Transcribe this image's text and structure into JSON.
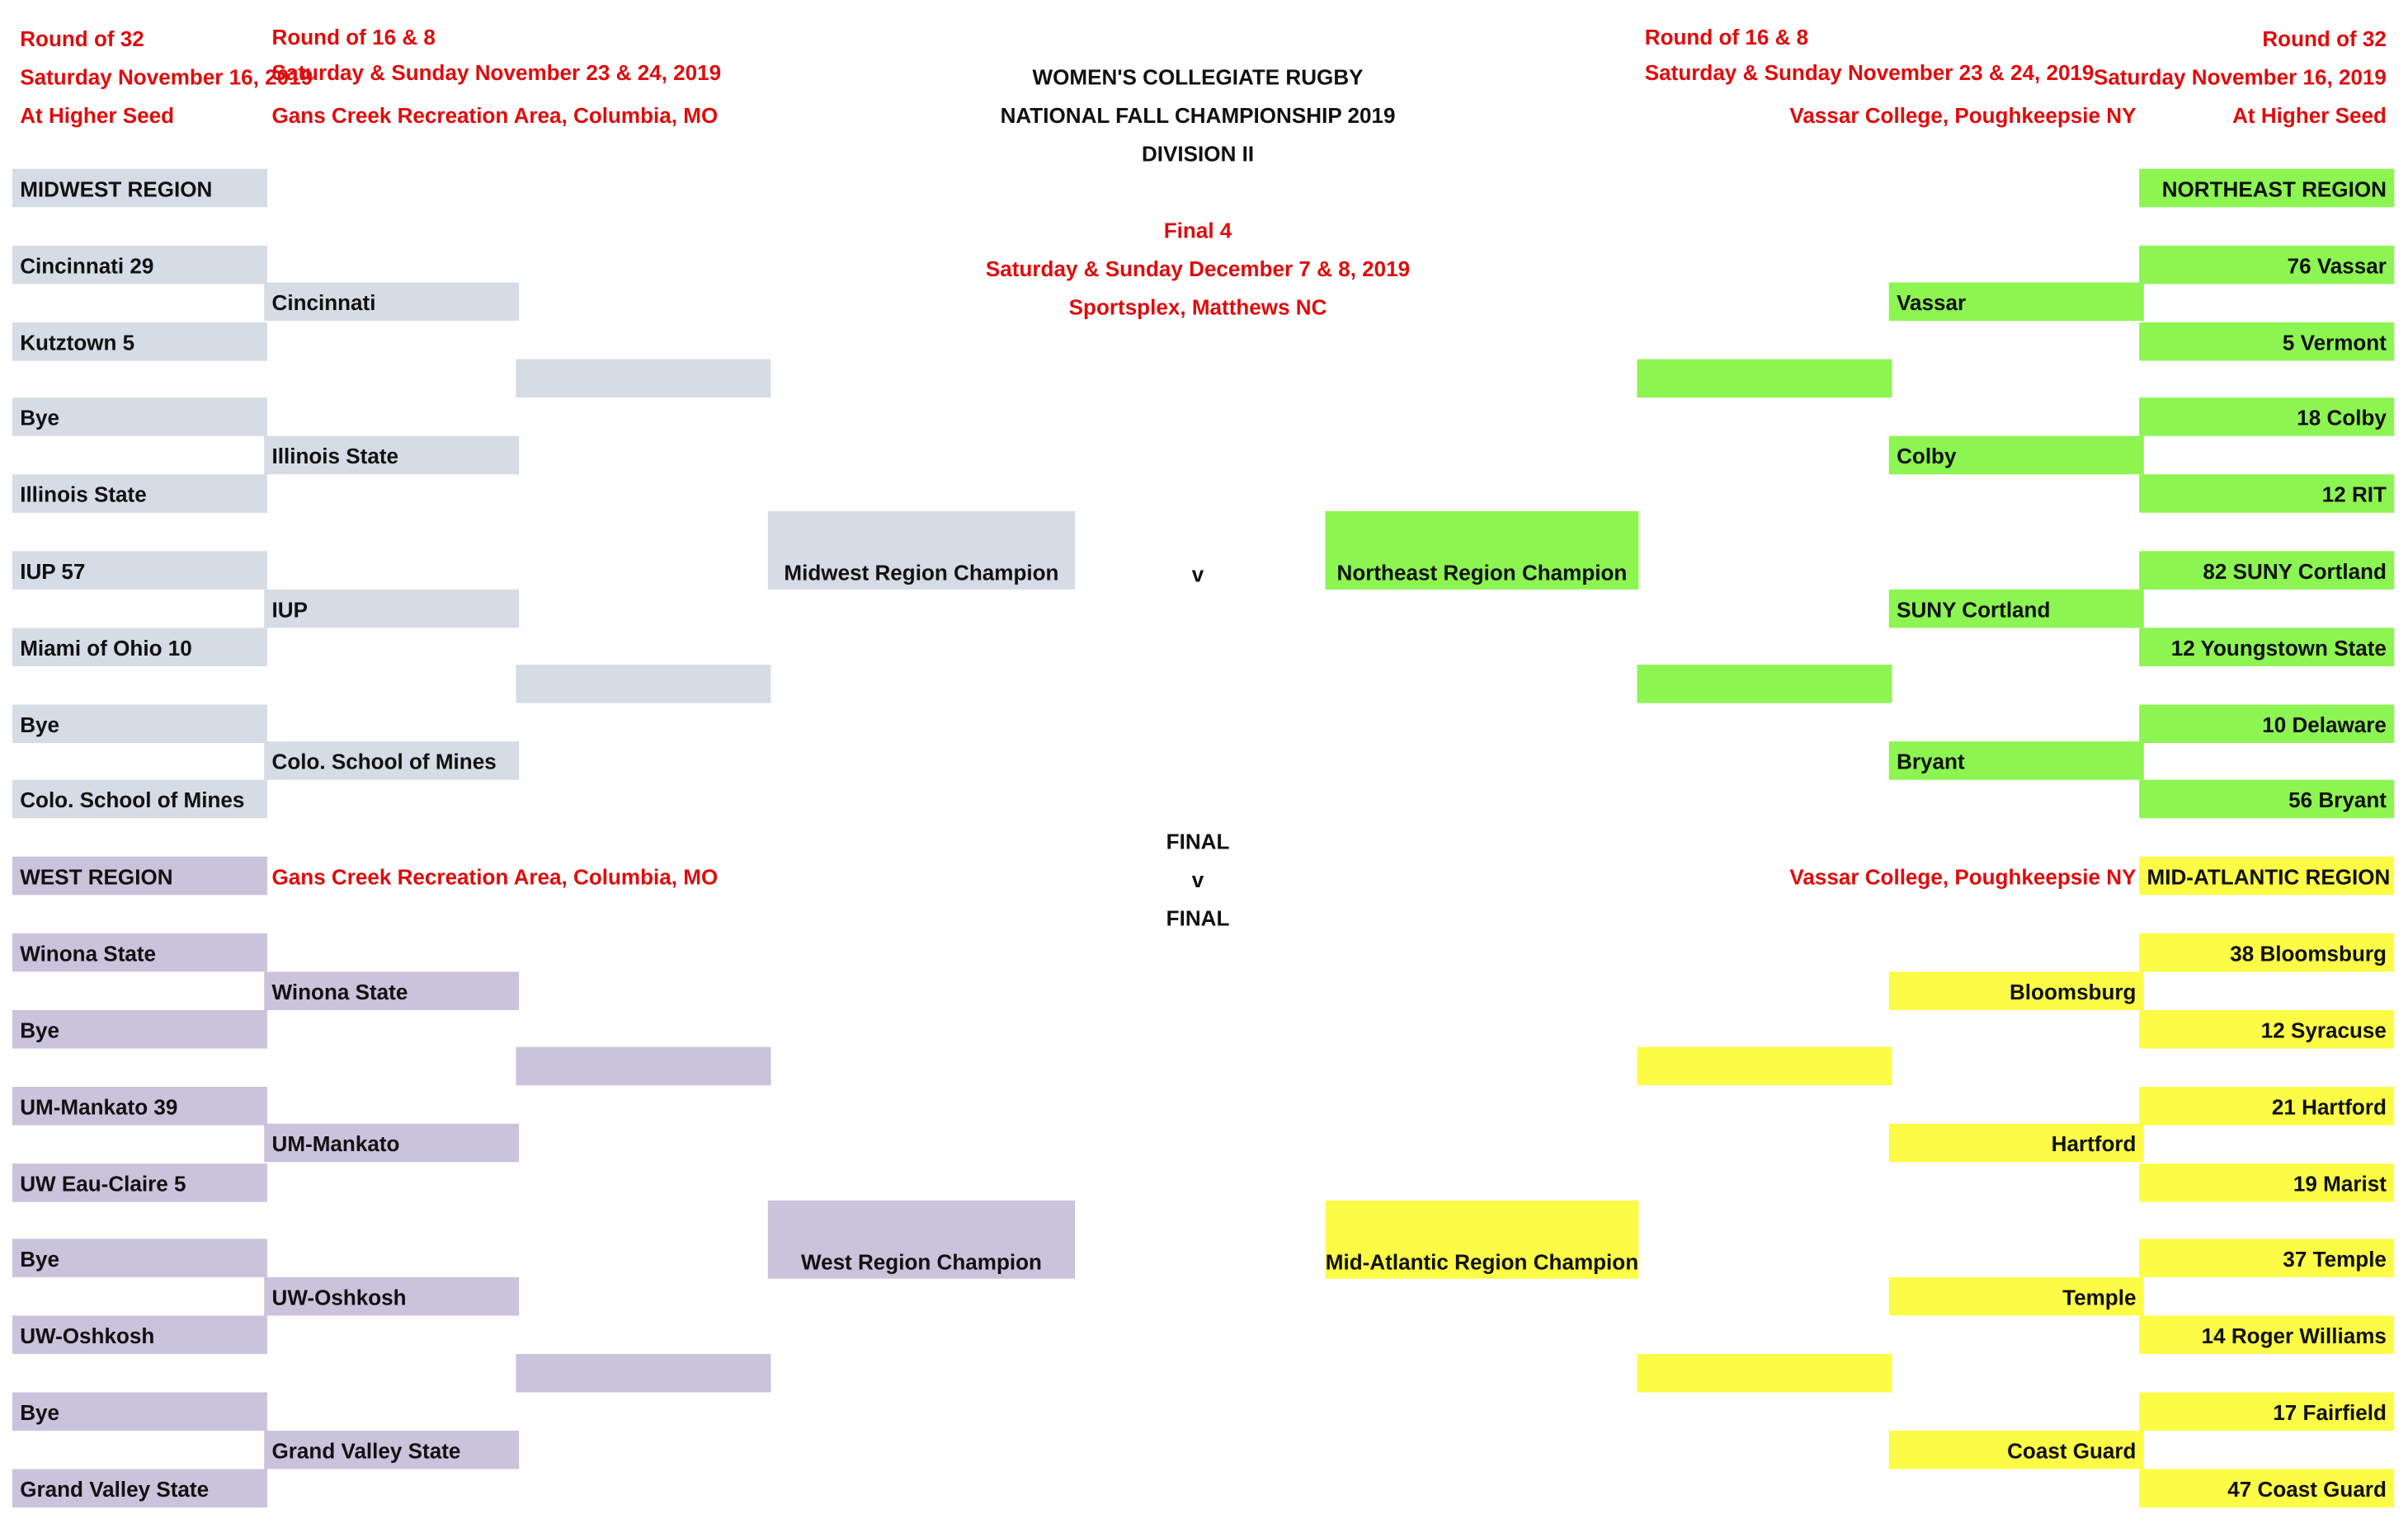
{
  "colors": {
    "midwest": "#d6dce5",
    "west": "#cbc2dc",
    "northeast": "#8cf552",
    "midatlantic": "#fcfc47",
    "red_text": "#e00c0c"
  },
  "header": {
    "left_r32": [
      "Round of 32",
      "Saturday November 16, 2019",
      "At Higher Seed"
    ],
    "left_r16": [
      "Round of 16 & 8",
      "Saturday & Sunday November 23 & 24, 2019",
      "Gans Creek Recreation Area, Columbia, MO"
    ],
    "center": [
      "WOMEN'S COLLEGIATE RUGBY",
      "NATIONAL FALL CHAMPIONSHIP 2019",
      "DIVISION II"
    ],
    "final4": [
      "Final 4",
      "Saturday & Sunday December 7 & 8, 2019",
      "Sportsplex, Matthews NC"
    ],
    "right_r16": [
      "Round of 16 & 8",
      "Saturday & Sunday November 23 & 24, 2019",
      "Vassar College, Poughkeepsie NY"
    ],
    "right_r32": [
      "Round of 32",
      "Saturday November 16, 2019",
      "At Higher Seed"
    ]
  },
  "regions": {
    "midwest": {
      "title": "MIDWEST REGION",
      "r32": [
        "Cincinnati 29",
        "Kutztown 5",
        "Bye",
        "Illinois State",
        "IUP 57",
        "Miami of Ohio 10",
        "Bye",
        "Colo. School of Mines"
      ],
      "r16": [
        "Cincinnati",
        "Illinois State",
        "IUP",
        "Colo. School of Mines"
      ],
      "champion": "Midwest Region Champion"
    },
    "west": {
      "title": "WEST REGION",
      "venue": "Gans Creek Recreation Area, Columbia, MO",
      "r32": [
        "Winona State",
        "Bye",
        "UM-Mankato 39",
        "UW Eau-Claire 5",
        "Bye",
        "UW-Oshkosh",
        "Bye",
        "Grand Valley State"
      ],
      "r16": [
        "Winona State",
        "UM-Mankato",
        "UW-Oshkosh",
        "Grand Valley State"
      ],
      "champion": "West Region Champion"
    },
    "northeast": {
      "title": "NORTHEAST REGION",
      "r32": [
        "76 Vassar",
        "5 Vermont",
        "18 Colby",
        "12 RIT",
        "82 SUNY Cortland",
        "12 Youngstown State",
        "10 Delaware",
        "56 Bryant"
      ],
      "r16": [
        "Vassar",
        "Colby",
        "SUNY Cortland",
        "Bryant"
      ],
      "champion": "Northeast Region Champion"
    },
    "midatlantic": {
      "title": "MID-ATLANTIC REGION",
      "venue": "Vassar College, Poughkeepsie NY",
      "r32": [
        "38 Bloomsburg",
        "12 Syracuse",
        "21 Hartford",
        "19 Marist",
        "37 Temple",
        "14 Roger Williams",
        "17 Fairfield",
        "47 Coast Guard"
      ],
      "r16": [
        "Bloomsburg",
        "Hartford",
        "Temple",
        "Coast Guard"
      ],
      "champion": "Mid-Atlantic Region Champion"
    }
  },
  "semi_v": "v",
  "final": {
    "top": "FINAL",
    "v": "v",
    "bottom": "FINAL"
  }
}
